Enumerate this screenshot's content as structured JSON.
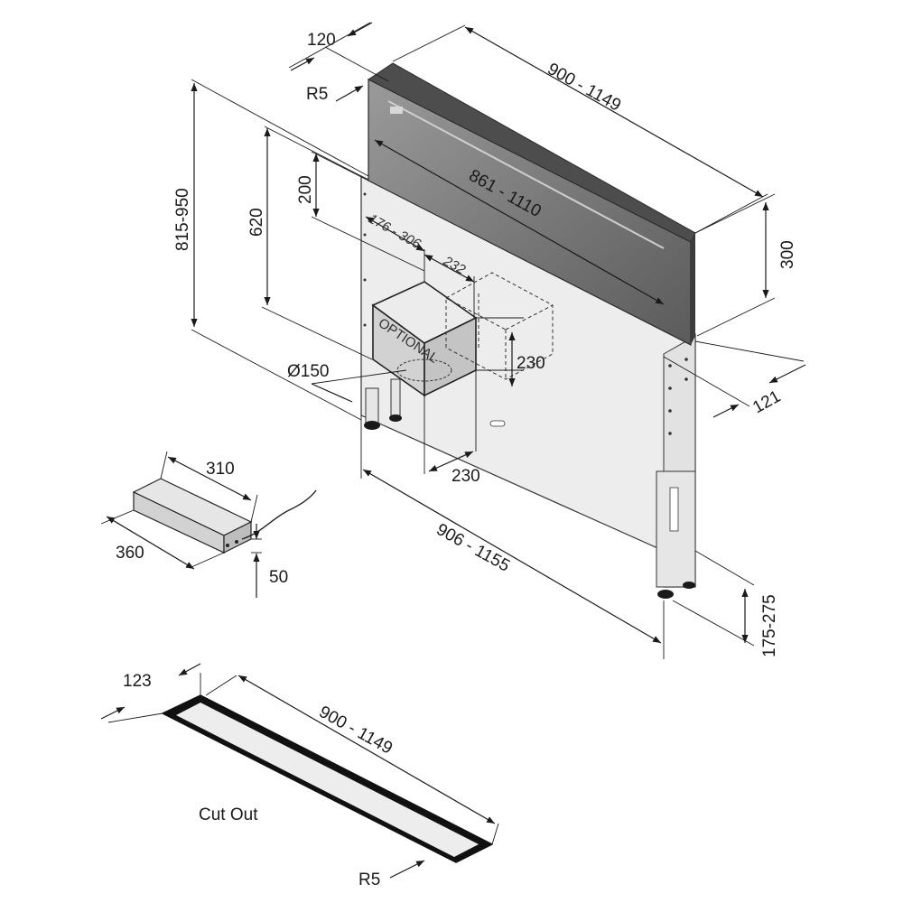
{
  "diagram": {
    "title": "Downdraft extractor installation dimensions",
    "colors": {
      "panel": "#ededed",
      "chimney_dark": "#5b5b5b",
      "chimney_light": "#9a9a9a",
      "line": "#1a1a1a",
      "cutout_rim": "#111111"
    },
    "main_unit": {
      "dims": {
        "top_depth": "120",
        "top_radius": "R5",
        "top_width": "900 - 1149",
        "total_height": "815-950",
        "body_height": "620",
        "duct_offset": "200",
        "inner_width": "861 - 1110",
        "duct_range": "176 - 306",
        "duct_gap": "232",
        "chimney_height": "300",
        "duct_box_height": "230",
        "duct_diameter": "Ø150",
        "side_depth": "121",
        "duct_box_width": "230",
        "total_width": "906 - 1155",
        "leg_height": "175-275"
      },
      "optional_label": "OPTIONAL"
    },
    "motor_box": {
      "dims": {
        "width": "310",
        "length": "360",
        "height": "50"
      }
    },
    "cutout": {
      "label": "Cut Out",
      "dims": {
        "depth": "123",
        "length": "900 - 1149",
        "radius": "R5"
      }
    }
  }
}
